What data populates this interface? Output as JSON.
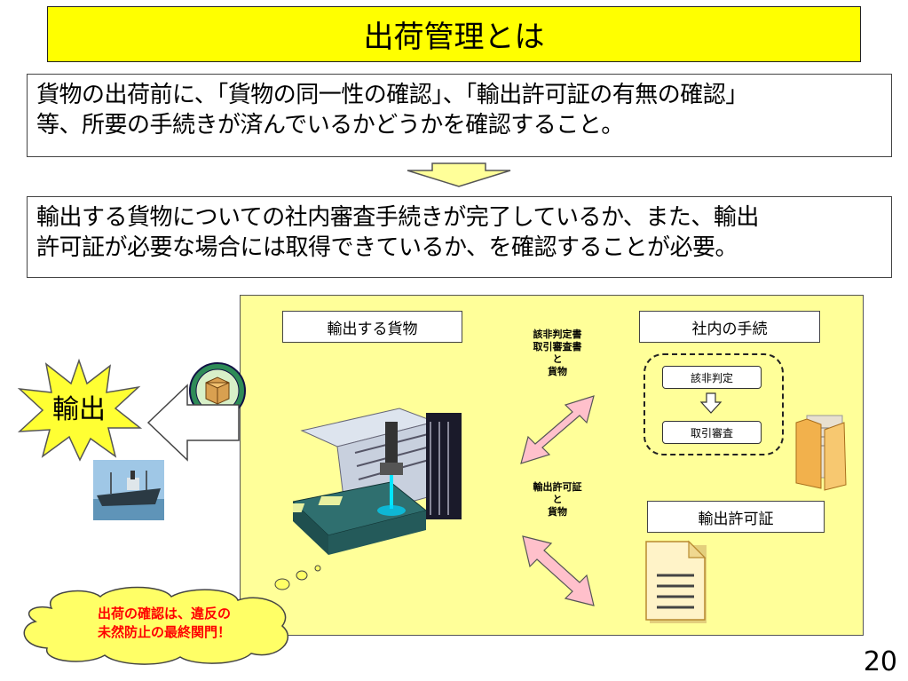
{
  "title": "出荷管理とは",
  "description1": {
    "line1": "貨物の出荷前に、「貨物の同一性の確認」、「輸出許可証の有無の確認」",
    "line2": "等、所要の手続きが済んでいるかどうかを確認すること。"
  },
  "description2": {
    "line1": "輸出する貨物についての社内審査手続きが完了しているか、また、輸出",
    "line2": "許可証が必要な場合には取得できているか、を確認することが必要。"
  },
  "diagram": {
    "export_goods_label": "輸出する貨物",
    "internal_procedure_label": "社内の手続",
    "note_top": [
      "該非判定書",
      "取引審査書",
      "と",
      "貨物"
    ],
    "note_bottom": [
      "輸出許可証",
      "と",
      "貨物"
    ],
    "step1": "該非判定",
    "step2": "取引審査",
    "export_permit_label": "輸出許可証",
    "export_burst": "輸出",
    "cloud": [
      "出荷の確認は、違反の",
      "未然防止の最終関門！"
    ]
  },
  "colors": {
    "title_bg": "#ffff00",
    "panel_bg": "#ffff99",
    "arrow_pink": "#ffc0cb",
    "cloud_text": "#ff0000"
  },
  "page_number": "20"
}
